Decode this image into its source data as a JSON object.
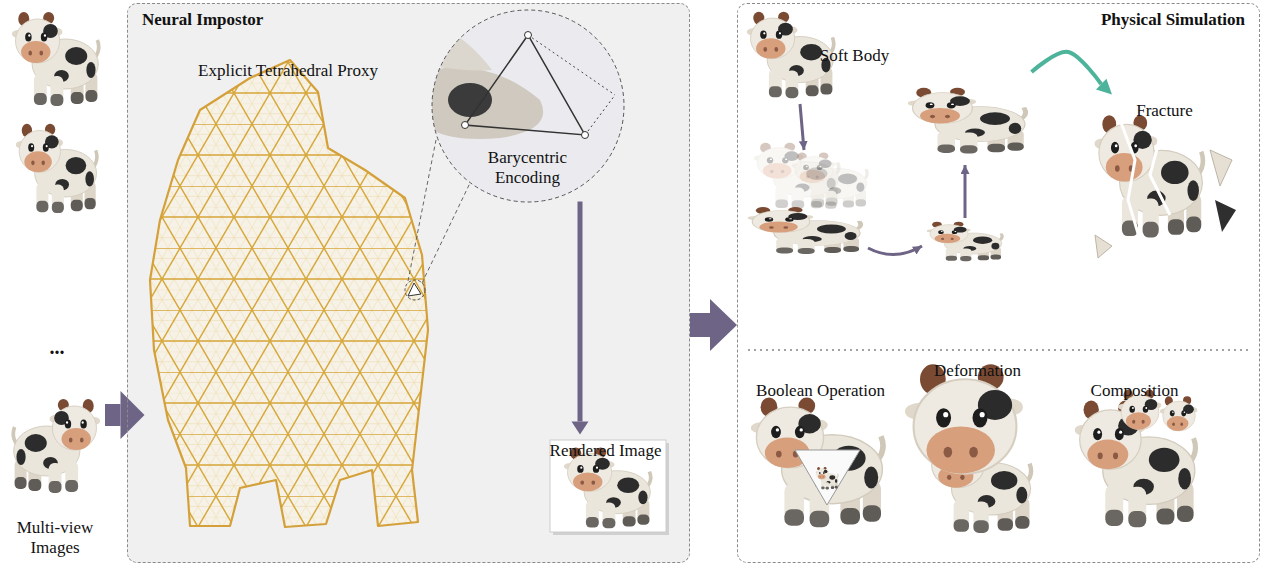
{
  "diagram": {
    "nodes": [
      {
        "text": [
          "Multi-view Images"
        ]
      },
      {
        "text": [
          "Neural Impostor"
        ]
      },
      {
        "text": [
          "Explicit Tetrahedral Proxy"
        ],
        "in": 1
      },
      {
        "text": [
          "Barycentric Encoding"
        ],
        "in": 1
      },
      {
        "text": [
          "Rendered Image"
        ],
        "in": 1
      },
      {
        "text": [
          "Physical Simulation"
        ]
      },
      {
        "text": [
          "Soft Body"
        ],
        "in": 5
      },
      {
        "text": [
          "Fracture"
        ],
        "in": 5
      },
      {
        "text": [
          "Boolean Operation"
        ],
        "in": 5
      },
      {
        "text": [
          "Deformation"
        ],
        "in": 5
      },
      {
        "text": [
          "Composition"
        ],
        "in": 5
      }
    ],
    "edges": [
      {
        "from": 0,
        "to": 2,
        "arrow": "to"
      },
      {
        "from": 1,
        "to": 5,
        "arrow": "to"
      },
      {
        "from": 3,
        "to": 4,
        "arrow": "to"
      },
      {
        "from": 6,
        "to": 7,
        "arrow": "to"
      }
    ],
    "labels": [
      "..."
    ]
  }
}
